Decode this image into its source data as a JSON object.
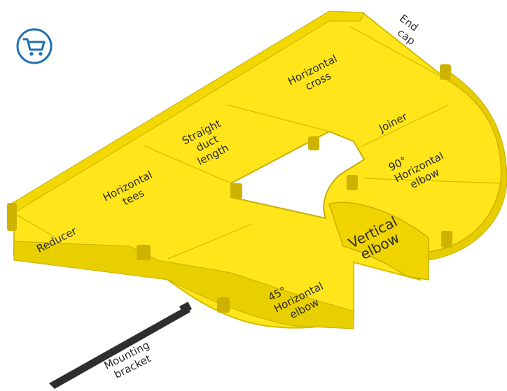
{
  "colors": {
    "duct_yellow": "#ffe51a",
    "duct_shade": "#e6cc00",
    "duct_edge": "#c9b000",
    "bracket": "#2e2e2e",
    "cart_blue": "#1e6fb3"
  },
  "icons": {
    "cart": "shopping-cart-icon"
  },
  "labels": {
    "end_cap": [
      "End",
      "cap"
    ],
    "horizontal_cross": [
      "Horizontal",
      "cross"
    ],
    "joiner": "Joiner",
    "straight_duct_length": [
      "Straight",
      "duct",
      "length"
    ],
    "horizontal_tees": [
      "Horizontal",
      "tees"
    ],
    "elbow_90": [
      "90°",
      "Horizontal",
      "elbow"
    ],
    "reducer": "Reducer",
    "vertical_elbow": [
      "Vertical",
      "elbow"
    ],
    "elbow_45": [
      "45°",
      "Horizontal",
      "elbow"
    ],
    "mounting_bracket": [
      "Mounting",
      "bracket"
    ]
  }
}
